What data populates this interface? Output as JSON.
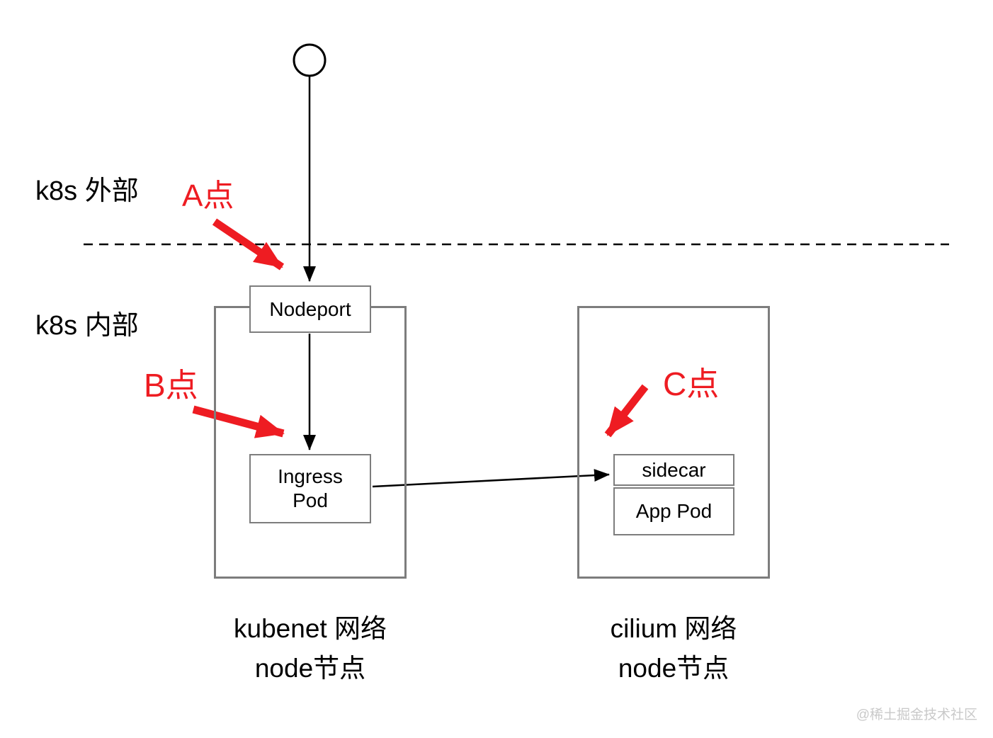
{
  "diagram": {
    "title_context": "k8s ingress traffic path diagram",
    "zones": {
      "outside_label": "k8s 外部",
      "inside_label": "k8s 内部"
    },
    "points": {
      "a": "A点",
      "b": "B点",
      "c": "C点"
    },
    "nodes": {
      "nodeport": "Nodeport",
      "ingress_pod": {
        "line1": "Ingress",
        "line2": "Pod"
      },
      "sidecar": "sidecar",
      "app_pod": "App Pod"
    },
    "captions": {
      "left": {
        "line1": "kubenet 网络",
        "line2": "node节点"
      },
      "right": {
        "line1": "cilium 网络",
        "line2": "node节点"
      }
    },
    "watermark": "@稀土掘金技术社区",
    "colors": {
      "annotation_red": "#ee1c22",
      "box_border_gray": "#7d7d7d",
      "line_black": "#000000",
      "watermark_gray": "#c9c9c9"
    }
  }
}
